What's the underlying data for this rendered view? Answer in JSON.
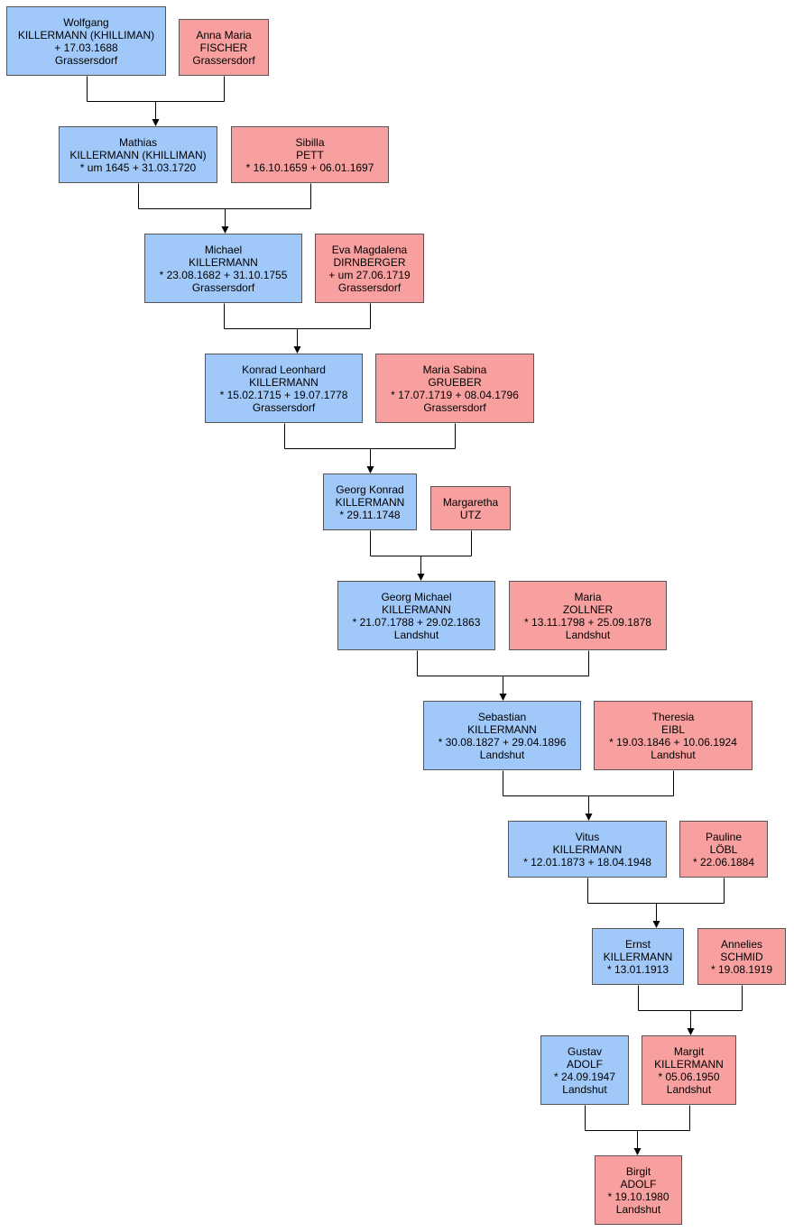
{
  "colors": {
    "male": "#a0c8f8",
    "female": "#f8a0a0",
    "line": "#000000"
  },
  "people": [
    {
      "id": "p1",
      "sex": "male",
      "lines": [
        "Wolfgang",
        "KILLERMANN (KHILLIMAN)",
        "+ 17.03.1688",
        "Grassersdorf"
      ]
    },
    {
      "id": "p2",
      "sex": "female",
      "lines": [
        "Anna Maria",
        "FISCHER",
        "Grassersdorf"
      ]
    },
    {
      "id": "p3",
      "sex": "male",
      "lines": [
        "Mathias",
        "KILLERMANN (KHILLIMAN)",
        "* um 1645  + 31.03.1720"
      ]
    },
    {
      "id": "p4",
      "sex": "female",
      "lines": [
        "Sibilla",
        "PETT",
        "* 16.10.1659  + 06.01.1697"
      ]
    },
    {
      "id": "p5",
      "sex": "male",
      "lines": [
        "Michael",
        "KILLERMANN",
        "* 23.08.1682  + 31.10.1755",
        "Grassersdorf"
      ]
    },
    {
      "id": "p6",
      "sex": "female",
      "lines": [
        "Eva Magdalena",
        "DIRNBERGER",
        "+ um 27.06.1719",
        "Grassersdorf"
      ]
    },
    {
      "id": "p7",
      "sex": "male",
      "lines": [
        "Konrad Leonhard",
        "KILLERMANN",
        "* 15.02.1715  + 19.07.1778",
        "Grassersdorf"
      ]
    },
    {
      "id": "p8",
      "sex": "female",
      "lines": [
        "Maria Sabina",
        "GRUEBER",
        "* 17.07.1719  + 08.04.1796",
        "Grassersdorf"
      ]
    },
    {
      "id": "p9",
      "sex": "male",
      "lines": [
        "Georg Konrad",
        "KILLERMANN",
        "* 29.11.1748"
      ]
    },
    {
      "id": "p10",
      "sex": "female",
      "lines": [
        "Margaretha",
        "UTZ"
      ]
    },
    {
      "id": "p11",
      "sex": "male",
      "lines": [
        "Georg Michael",
        "KILLERMANN",
        "* 21.07.1788  + 29.02.1863",
        "Landshut"
      ]
    },
    {
      "id": "p12",
      "sex": "female",
      "lines": [
        "Maria",
        "ZOLLNER",
        "* 13.11.1798  + 25.09.1878",
        "Landshut"
      ]
    },
    {
      "id": "p13",
      "sex": "male",
      "lines": [
        "Sebastian",
        "KILLERMANN",
        "* 30.08.1827  + 29.04.1896",
        "Landshut"
      ]
    },
    {
      "id": "p14",
      "sex": "female",
      "lines": [
        "Theresia",
        "EIBL",
        "* 19.03.1846  + 10.06.1924",
        "Landshut"
      ]
    },
    {
      "id": "p15",
      "sex": "male",
      "lines": [
        "Vitus",
        "KILLERMANN",
        "* 12.01.1873  + 18.04.1948"
      ]
    },
    {
      "id": "p16",
      "sex": "female",
      "lines": [
        "Pauline",
        "LÖBL",
        "* 22.06.1884"
      ]
    },
    {
      "id": "p17",
      "sex": "male",
      "lines": [
        "Ernst",
        "KILLERMANN",
        "* 13.01.1913"
      ]
    },
    {
      "id": "p18",
      "sex": "female",
      "lines": [
        "Annelies",
        "SCHMID",
        "* 19.08.1919"
      ]
    },
    {
      "id": "p19",
      "sex": "male",
      "lines": [
        "Gustav",
        "ADOLF",
        "* 24.09.1947",
        "Landshut"
      ]
    },
    {
      "id": "p20",
      "sex": "female",
      "lines": [
        "Margit",
        "KILLERMANN",
        "* 05.06.1950",
        "Landshut"
      ]
    },
    {
      "id": "p21",
      "sex": "female",
      "lines": [
        "Birgit",
        "ADOLF",
        "* 19.10.1980",
        "Landshut"
      ]
    }
  ],
  "unions": [
    {
      "parents": [
        "p1",
        "p2"
      ],
      "child": "p3"
    },
    {
      "parents": [
        "p3",
        "p4"
      ],
      "child": "p5"
    },
    {
      "parents": [
        "p5",
        "p6"
      ],
      "child": "p7"
    },
    {
      "parents": [
        "p7",
        "p8"
      ],
      "child": "p9"
    },
    {
      "parents": [
        "p9",
        "p10"
      ],
      "child": "p11"
    },
    {
      "parents": [
        "p11",
        "p12"
      ],
      "child": "p13"
    },
    {
      "parents": [
        "p13",
        "p14"
      ],
      "child": "p15"
    },
    {
      "parents": [
        "p15",
        "p16"
      ],
      "child": "p17"
    },
    {
      "parents": [
        "p17",
        "p18"
      ],
      "child": "p20"
    },
    {
      "parents": [
        "p19",
        "p20"
      ],
      "child": "p21"
    }
  ]
}
